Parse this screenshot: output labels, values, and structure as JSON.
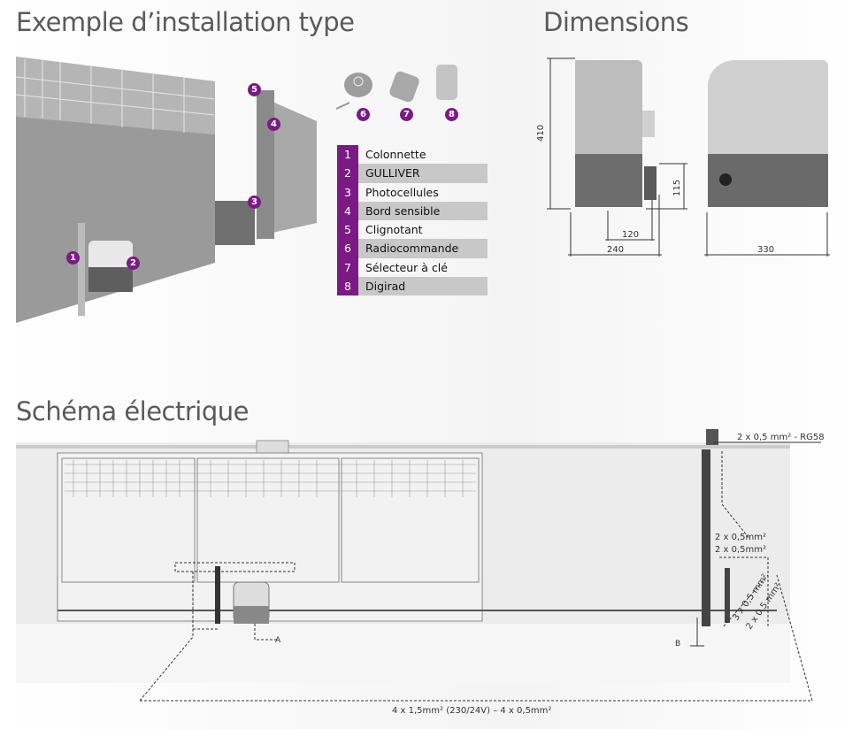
{
  "titles": {
    "installation": "Exemple d’installation type",
    "dimensions": "Dimensions",
    "schema": "Schéma électrique"
  },
  "photo_badges": [
    "1",
    "2",
    "3",
    "4",
    "5"
  ],
  "accessory_badges": [
    "6",
    "7",
    "8"
  ],
  "legend": [
    {
      "num": "1",
      "label": "Colonnette"
    },
    {
      "num": "2",
      "label": "GULLIVER"
    },
    {
      "num": "3",
      "label": "Photocellules"
    },
    {
      "num": "4",
      "label": "Bord sensible"
    },
    {
      "num": "5",
      "label": "Clignotant"
    },
    {
      "num": "6",
      "label": "Radiocommande"
    },
    {
      "num": "7",
      "label": "Sélecteur à clé"
    },
    {
      "num": "8",
      "label": "Digirad"
    }
  ],
  "dimensions": {
    "height": "410",
    "motor_height": "115",
    "offset": "120",
    "depth": "240",
    "width": "330"
  },
  "wiring": {
    "flasher_cable": "2 x 0,5 mm²  - RG58",
    "cable_a": "2 x 0,5mm²",
    "cable_b": "2 x 0,5mm²",
    "cable_c": "3 x 0,5 mm²",
    "cable_d": "2 x 0,5 mm²",
    "point_a": "A",
    "point_b": "B",
    "main_cable": "4 x 1,5mm² (230/24V) – 4 x 0,5mm²"
  },
  "colors": {
    "accent": "#7b1a84",
    "row_alt": "#c8c8c8"
  }
}
